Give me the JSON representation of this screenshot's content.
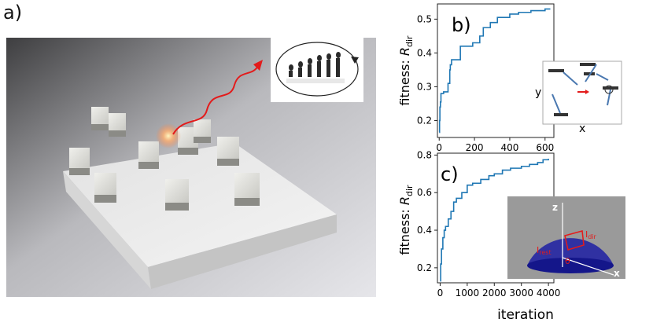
{
  "panels": {
    "a": "a)",
    "b": "b)",
    "c": "c)"
  },
  "colors": {
    "series": "#1f77b4",
    "laser": "#e31b1b",
    "dome": "#1d1fa3",
    "arrow": "#4a78b0"
  },
  "chart_data": [
    {
      "type": "line",
      "panel": "b)",
      "ylabel_prefix": "fitness: ",
      "ylabel_sym": "R",
      "ylabel_sub": "dir",
      "xlabel": "",
      "xlim": [
        -10,
        650
      ],
      "ylim": [
        0.15,
        0.545
      ],
      "xticks": [
        0,
        200,
        400,
        600
      ],
      "yticks": [
        0.2,
        0.3,
        0.4,
        0.5
      ],
      "series": [
        {
          "x": [
            0,
            2,
            4,
            7,
            10,
            14,
            19,
            25,
            40,
            50,
            60,
            63,
            70,
            80,
            110,
            120,
            150,
            190,
            230,
            250,
            290,
            330,
            400,
            450,
            520,
            580,
            600,
            630
          ],
          "y": [
            0.165,
            0.2,
            0.24,
            0.255,
            0.28,
            0.28,
            0.28,
            0.285,
            0.285,
            0.31,
            0.35,
            0.365,
            0.38,
            0.38,
            0.38,
            0.42,
            0.42,
            0.43,
            0.45,
            0.475,
            0.49,
            0.505,
            0.515,
            0.52,
            0.525,
            0.525,
            0.53,
            0.53
          ]
        }
      ],
      "inset": {
        "xlabel": "x",
        "ylabel": "y"
      }
    },
    {
      "type": "line",
      "panel": "c)",
      "ylabel_prefix": "fitness: ",
      "ylabel_sym": "R",
      "ylabel_sub": "dir",
      "xlabel": "iteration",
      "xlim": [
        -100,
        4200
      ],
      "ylim": [
        0.12,
        0.81
      ],
      "xticks": [
        0,
        1000,
        2000,
        3000,
        4000
      ],
      "yticks": [
        0.2,
        0.4,
        0.6,
        0.8
      ],
      "series": [
        {
          "x": [
            0,
            20,
            50,
            100,
            150,
            200,
            300,
            400,
            500,
            600,
            800,
            1000,
            1200,
            1500,
            1800,
            2000,
            2300,
            2600,
            3000,
            3300,
            3600,
            3800,
            4000
          ],
          "y": [
            0.13,
            0.22,
            0.3,
            0.36,
            0.4,
            0.42,
            0.46,
            0.5,
            0.55,
            0.57,
            0.6,
            0.64,
            0.65,
            0.67,
            0.69,
            0.7,
            0.72,
            0.73,
            0.74,
            0.75,
            0.76,
            0.775,
            0.78
          ]
        }
      ],
      "inset": {
        "z": "z",
        "x": "x",
        "i_rest": "I",
        "i_rest_sub": "rest",
        "i_dir": "I",
        "i_dir_sub": "dir",
        "theta": "θ"
      }
    }
  ]
}
